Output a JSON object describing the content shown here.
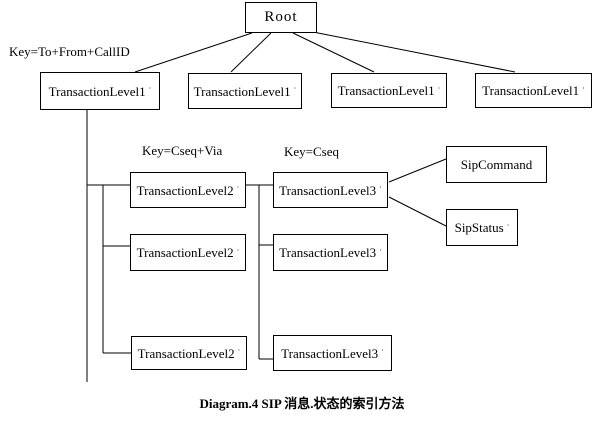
{
  "diagram": {
    "background": "#ffffff",
    "line_color": "#000000",
    "trailing_mark": "·",
    "root": {
      "label": "Root"
    },
    "key_labels": {
      "level1": "Key=To+From+CallID",
      "level2": "Key=Cseq+Via",
      "level3": "Key=Cseq"
    },
    "level1_nodes": [
      {
        "label": "TransactionLevel1"
      },
      {
        "label": "TransactionLevel1"
      },
      {
        "label": "TransactionLevel1"
      },
      {
        "label": "TransactionLevel1"
      }
    ],
    "level2_nodes": [
      {
        "label": "TransactionLevel2"
      },
      {
        "label": "TransactionLevel2"
      },
      {
        "label": "TransactionLevel2"
      }
    ],
    "level3_nodes": [
      {
        "label": "TransactionLevel3"
      },
      {
        "label": "TransactionLevel3"
      },
      {
        "label": "TransactionLevel3"
      }
    ],
    "leaf_nodes": [
      {
        "label": "SipCommand"
      },
      {
        "label": "SipStatus"
      }
    ],
    "caption": "Diagram.4 SIP 消息.状态的索引方法"
  }
}
